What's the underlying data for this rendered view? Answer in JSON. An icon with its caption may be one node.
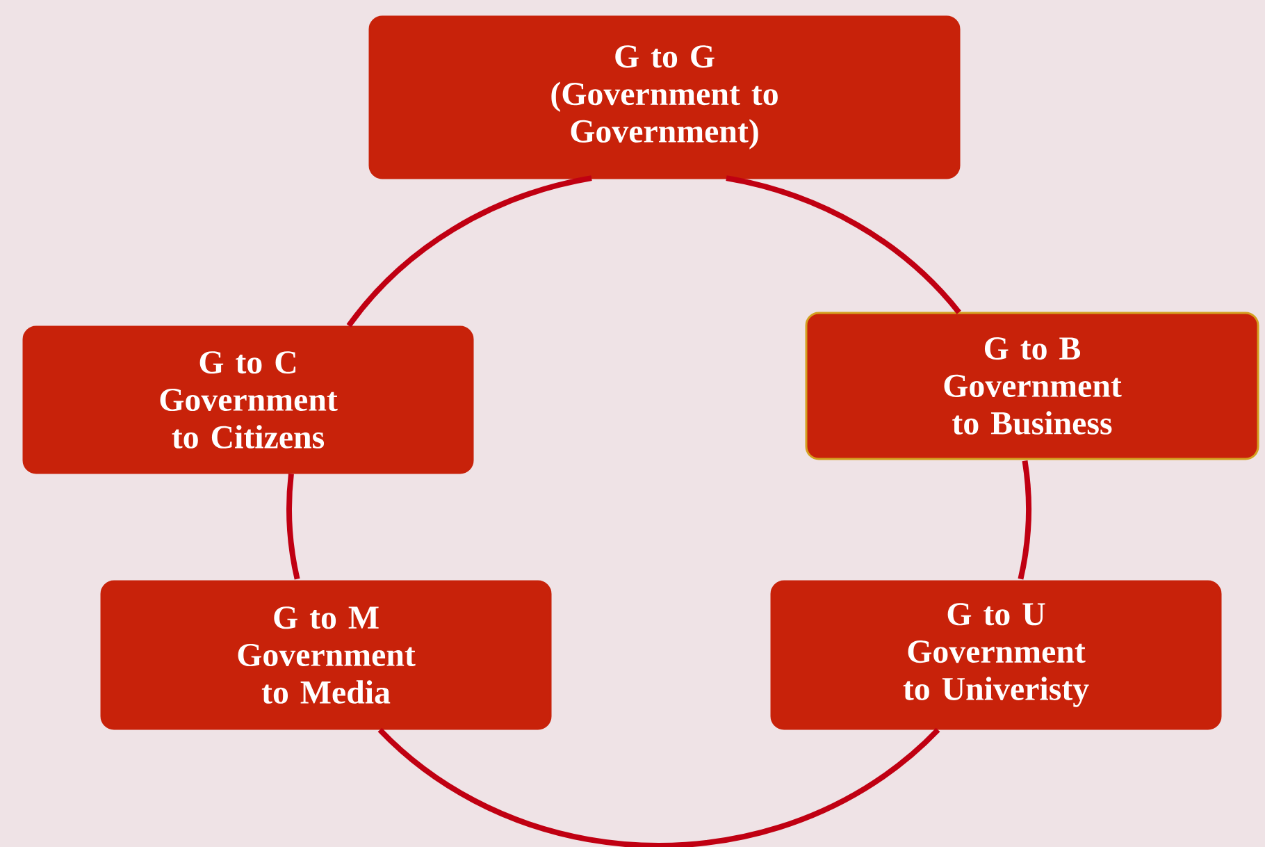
{
  "diagram": {
    "nodes": [
      {
        "text": [
          "G to G",
          "(Government to Government)"
        ]
      },
      {
        "text": [
          "G to C",
          "Government to Citizens"
        ]
      },
      {
        "text": [
          "G to B",
          "Government to Business"
        ]
      },
      {
        "text": [
          "G to M",
          "Government to Media"
        ]
      },
      {
        "text": [
          "G to U",
          "Government to Univeristy"
        ]
      }
    ],
    "edges": [
      {
        "from": 0,
        "to": 2,
        "arrow": "none"
      },
      {
        "from": 2,
        "to": 4,
        "arrow": "none"
      },
      {
        "from": 4,
        "to": 3,
        "arrow": "none"
      },
      {
        "from": 3,
        "to": 1,
        "arrow": "none"
      },
      {
        "from": 1,
        "to": 0,
        "arrow": "none"
      }
    ]
  }
}
